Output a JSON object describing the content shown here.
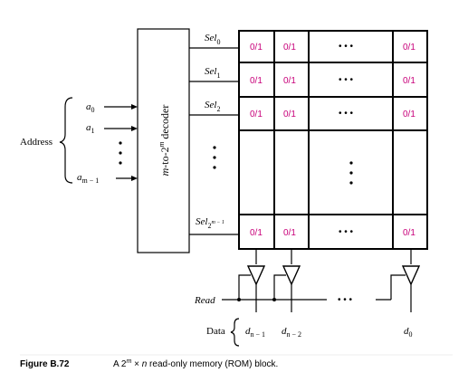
{
  "decoder": {
    "label_main": "m",
    "label_mid": "-to-2",
    "label_sup": "m",
    "label_end": " decoder"
  },
  "address": {
    "label": "Address",
    "lines": [
      {
        "base": "a",
        "sub": "0"
      },
      {
        "base": "a",
        "sub": "1"
      },
      {
        "base": "a",
        "sub": "m − 1"
      }
    ]
  },
  "select_lines": [
    {
      "base": "Sel",
      "sub": "0",
      "supsub": ""
    },
    {
      "base": "Sel",
      "sub": "1",
      "supsub": ""
    },
    {
      "base": "Sel",
      "sub": "2",
      "supsub": ""
    },
    {
      "base": "Sel",
      "sub": "2",
      "supsub": "m − 1"
    }
  ],
  "memory": {
    "cell_value": "0/1",
    "ellipsis": "• • •"
  },
  "read": {
    "label": "Read"
  },
  "data": {
    "label": "Data",
    "outputs": [
      {
        "base": "d",
        "sub": "n − 1"
      },
      {
        "base": "d",
        "sub": "n − 2"
      },
      {
        "base": "d",
        "sub": "0"
      }
    ]
  },
  "caption": {
    "figure_label": "Figure B.72",
    "text_a": "A 2",
    "text_sup": "m",
    "text_b": " × ",
    "text_n": "n",
    "text_c": " read-only memory (ROM) block."
  }
}
